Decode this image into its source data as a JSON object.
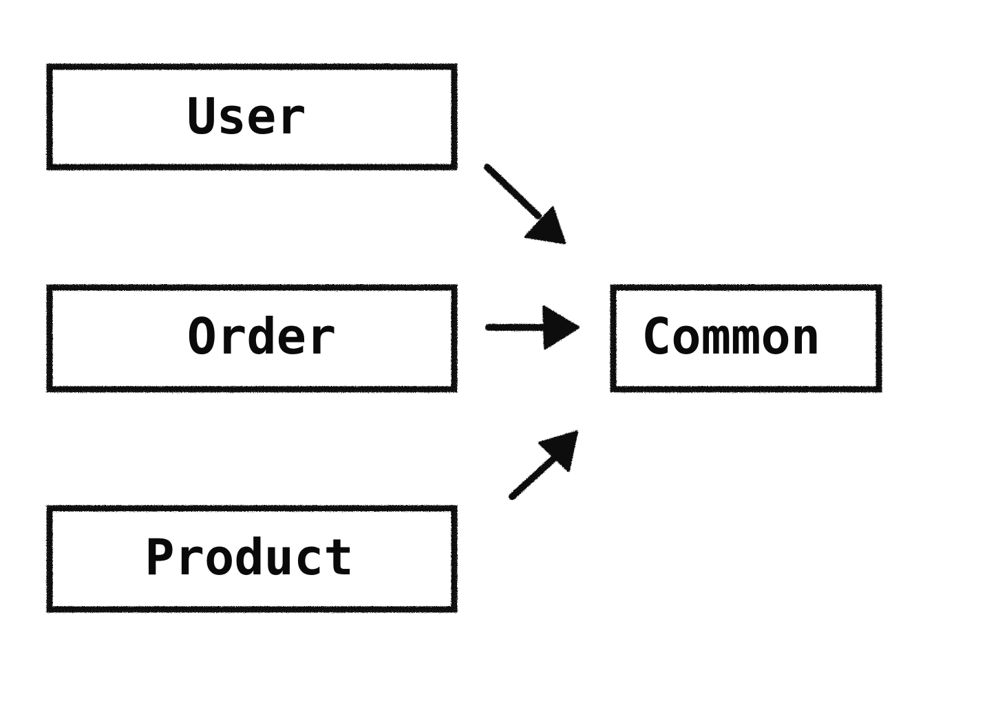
{
  "diagram": {
    "nodes": {
      "user": {
        "label": "User"
      },
      "order": {
        "label": "Order"
      },
      "product": {
        "label": "Product"
      },
      "common": {
        "label": "Common"
      }
    },
    "edges": [
      {
        "from": "User",
        "to": "Common"
      },
      {
        "from": "Order",
        "to": "Common"
      },
      {
        "from": "Product",
        "to": "Common"
      }
    ],
    "colors": {
      "ink": "#0a0a0a",
      "background": "#ffffff"
    }
  }
}
